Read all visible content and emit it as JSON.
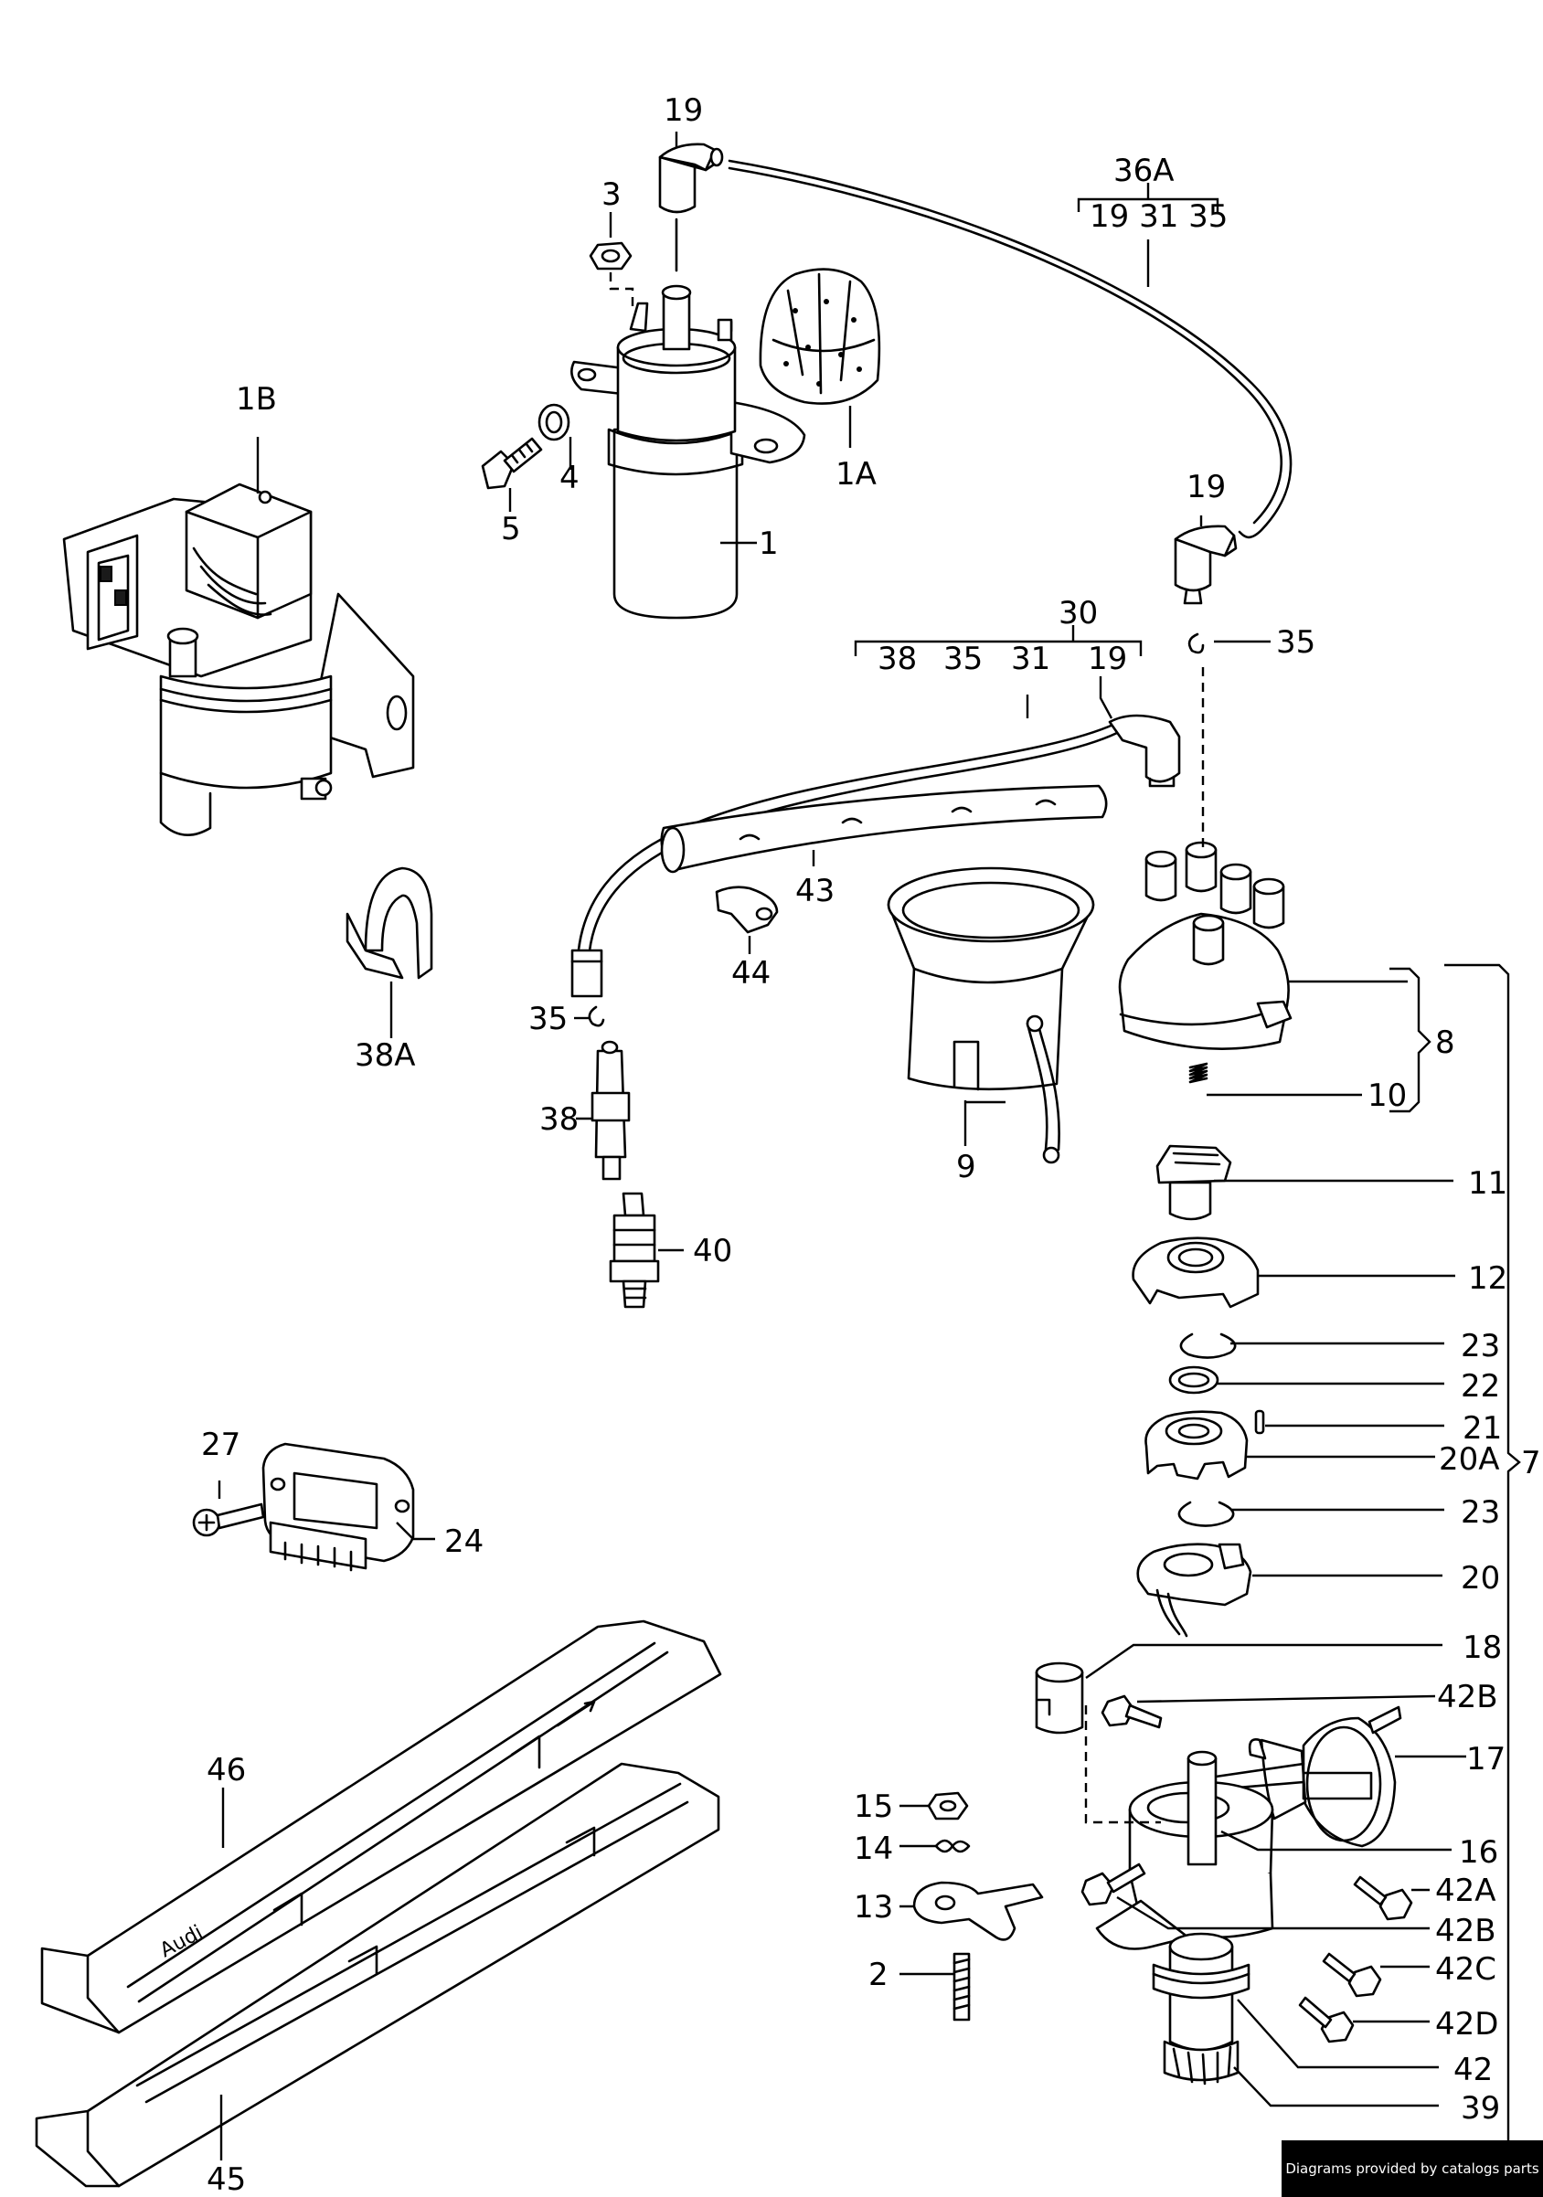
{
  "labels": {
    "l1": "1",
    "l1A": "1A",
    "l1B": "1B",
    "l2": "2",
    "l3": "3",
    "l4": "4",
    "l5": "5",
    "l7": "7",
    "l8": "8",
    "l9": "9",
    "l10": "10",
    "l11": "11",
    "l12": "12",
    "l13": "13",
    "l14": "14",
    "l15": "15",
    "l16": "16",
    "l17": "17",
    "l18": "18",
    "l19a": "19",
    "l19b": "19",
    "l19c": "19",
    "l20": "20",
    "l20A": "20A",
    "l21": "21",
    "l22": "22",
    "l23a": "23",
    "l23b": "23",
    "l24": "24",
    "l27": "27",
    "l30": "30",
    "l30_38": "38",
    "l30_35": "35",
    "l30_31": "31",
    "l30_19": "19",
    "l35a": "35",
    "l35b": "35",
    "l36A": "36A",
    "l36A_group": "19 31 35",
    "l38": "38",
    "l38A": "38A",
    "l39": "39",
    "l40": "40",
    "l42": "42",
    "l42A": "42A",
    "l42B_top": "42B",
    "l42B_bot": "42B",
    "l42C": "42C",
    "l42D": "42D",
    "l43": "43",
    "l44": "44",
    "l45": "45",
    "l46": "46"
  },
  "cover_lettering": "Audi",
  "credit": "Diagrams provided by catalogs parts"
}
